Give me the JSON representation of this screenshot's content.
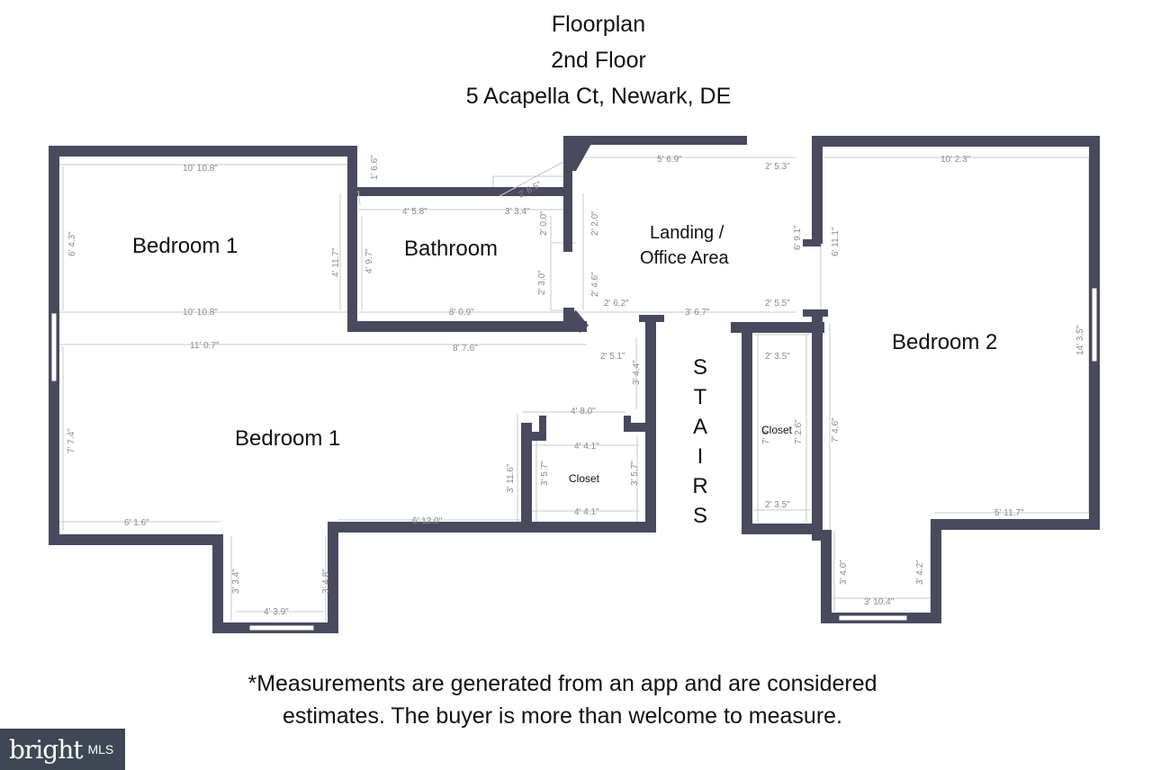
{
  "title": {
    "line1": "Floorplan",
    "line2": "2nd Floor",
    "line3": "5 Acapella Ct, Newark, DE"
  },
  "rooms": {
    "bedroom1_top": "Bedroom 1",
    "bedroom1_main": "Bedroom 1",
    "bathroom": "Bathroom",
    "landing_line1": "Landing /",
    "landing_line2": "Office Area",
    "bedroom2": "Bedroom 2",
    "closet_left": "Closet",
    "closet_right": "Closet",
    "stairs": [
      "S",
      "T",
      "A",
      "I",
      "R",
      "S"
    ]
  },
  "dimensions": {
    "d01": "10' 10.8\"",
    "d02": "1' 6.6\"",
    "d03": "5' 6.9\"",
    "d04": "2' 5.3\"",
    "d05": "10' 2.3\"",
    "d06": "4' 5.8\"",
    "d07": "3' 3.4\"",
    "d08": "2' 8.5\"",
    "d09": "2' 0.0\"",
    "d10": "2' 2.0\"",
    "d11": "6' 9.1\"",
    "d12": "6' 11.1\"",
    "d13": "6' 4.3\"",
    "d14": "4' 11.7\"",
    "d15": "4' 9.7\"",
    "d16": "2' 3.0\"",
    "d17": "2' 4.6\"",
    "d18": "10' 10.8\"",
    "d19": "8' 0.9\"",
    "d20": "2' 6.2\"",
    "d21": "3' 6.7\"",
    "d22": "2' 5.5\"",
    "d23": "11' 0.7\"",
    "d24": "8' 7.6\"",
    "d25": "2' 5.1\"",
    "d26": "2' 3.5\"",
    "d27": "14' 3.5\"",
    "d28": "3' 4.4\"",
    "d29": "4' 8.0\"",
    "d30": "7' 7.4\"",
    "d31": "4' 4.1\"",
    "d32": "7' 6\"",
    "d33": "7' 2.6\"",
    "d34": "7' 4.6\"",
    "d35": "3' 11.6\"",
    "d36": "3' 5.7\"",
    "d37": "3' 5.7\"",
    "d38": "4' 4.1\"",
    "d39": "2' 3.5\"",
    "d40": "5' 11.7\"",
    "d41": "6' 1.6\"",
    "d42": "6' 12.0\"",
    "d43": "3' 3.4\"",
    "d44": "3' 4.8\"",
    "d45": "3' 4.0\"",
    "d46": "3' 4.2\"",
    "d47": "3' 10.4\"",
    "d48": "4' 3.9\""
  },
  "disclaimer": {
    "line1": "*Measurements are generated from an app and are considered",
    "line2": "estimates. The buyer is more than welcome to measure."
  },
  "logo": {
    "brand": "bright",
    "suffix": "MLS"
  },
  "colors": {
    "wall": "#4a4a5e",
    "dimension": "#8a8a8a",
    "logo_bg": "#3f4654"
  }
}
